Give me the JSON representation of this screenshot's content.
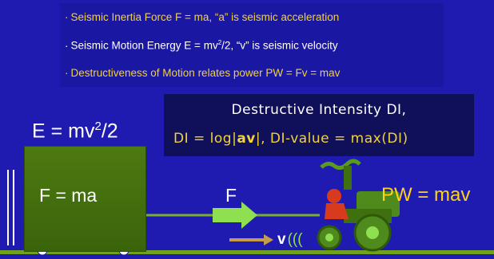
{
  "bullets": {
    "b1": "Seismic Inertia Force F = ma,  “a” is seismic acceleration",
    "b2_pre": "Seismic Motion Energy E = mv",
    "b2_sup": "2",
    "b2_post": "/2,  “v” is seismic velocity",
    "b3": "Destructiveness of Motion relates power PW = Fv = mav",
    "marker": "·"
  },
  "di": {
    "title": "Destructive Intensity DI,",
    "pre": "DI = log|",
    "bold": "av",
    "post": "|, DI-value = max(DI)"
  },
  "diagram": {
    "energy_pre": "E = mv",
    "energy_sup": "2",
    "energy_post": "/2",
    "inertia_label": "F = ma",
    "force_label": "F",
    "power_label": "PW = mav",
    "velocity_label": "v",
    "wave_marks": "((("
  },
  "colors": {
    "background": "#1f1bb0",
    "highlight": "#f2d23a",
    "ground": "#6fa11f",
    "box": "#3e6a0c",
    "arrow_green": "#8fe050",
    "arrow_tan": "#c49c4c",
    "tractor": "#4f8a1c"
  }
}
